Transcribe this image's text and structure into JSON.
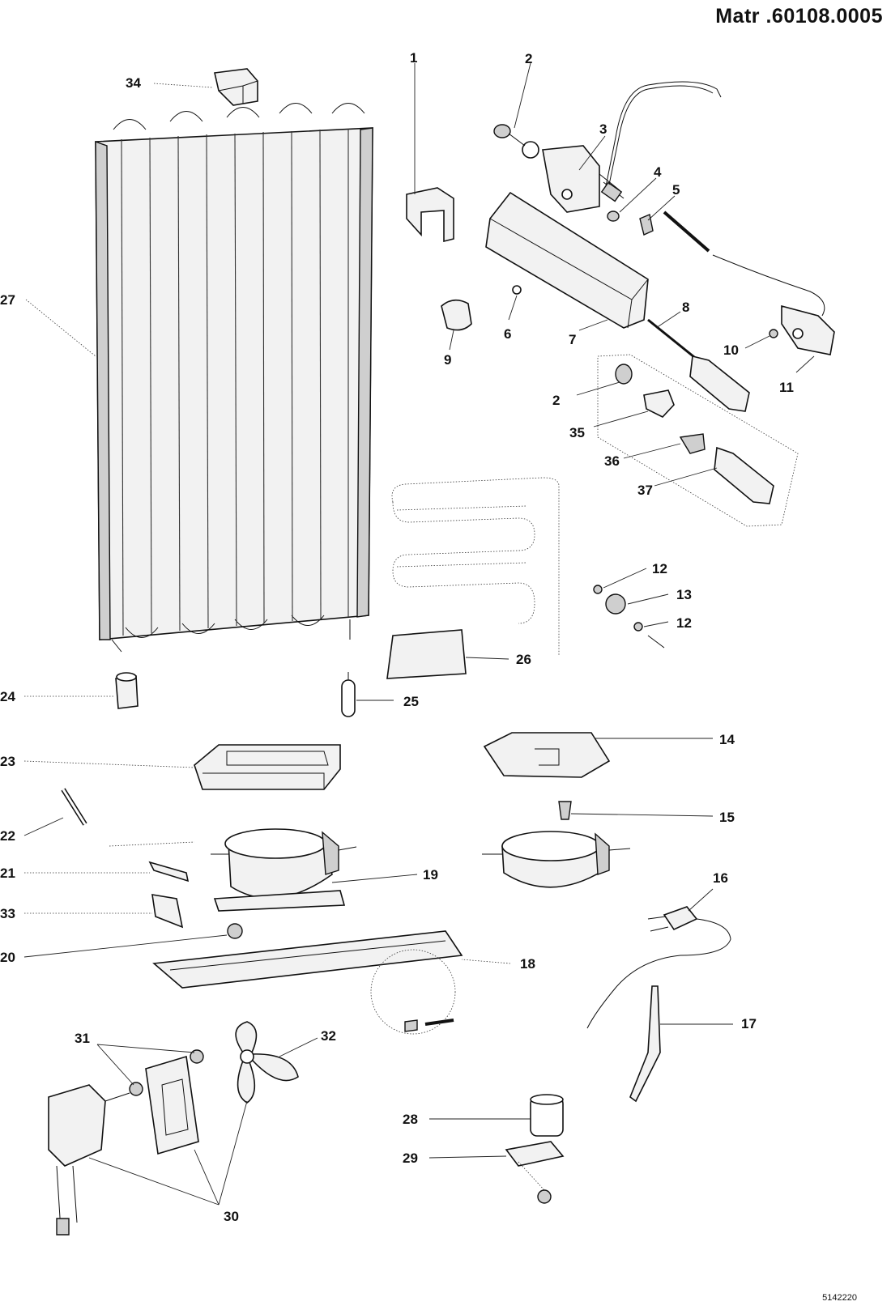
{
  "title": "Matr .60108.0005",
  "drawing_code": "5142220",
  "callouts": [
    "1",
    "2",
    "3",
    "4",
    "5",
    "6",
    "7",
    "8",
    "9",
    "10",
    "11",
    "2",
    "35",
    "36",
    "37",
    "12",
    "13",
    "12",
    "26",
    "27",
    "34",
    "24",
    "25",
    "23",
    "14",
    "22",
    "15",
    "21",
    "19",
    "33",
    "16",
    "20",
    "18",
    "17",
    "31",
    "32",
    "28",
    "29",
    "30"
  ]
}
